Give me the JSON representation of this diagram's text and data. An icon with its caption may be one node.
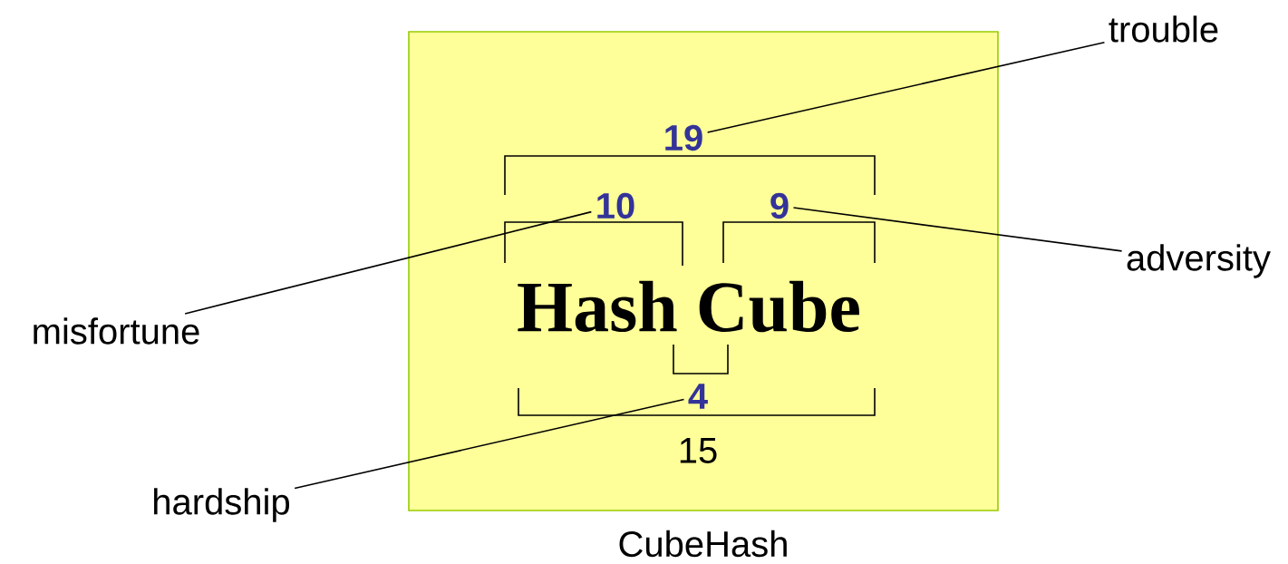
{
  "diagram": {
    "nodes": [
      {
        "text": [],
        "shape": "box",
        "beside": [
          "CubeHash"
        ]
      },
      {
        "text": [
          "Hash Cube"
        ],
        "in": 0
      },
      {
        "text": [
          "19"
        ],
        "in": 0
      },
      {
        "text": [
          "10"
        ],
        "in": 0
      },
      {
        "text": [
          "9"
        ],
        "in": 0
      },
      {
        "text": [
          "4"
        ],
        "in": 0
      },
      {
        "text": [
          "15"
        ],
        "in": 0
      },
      {
        "text": [
          "trouble"
        ]
      },
      {
        "text": [
          "adversity"
        ]
      },
      {
        "text": [
          "misfortune"
        ]
      },
      {
        "text": [
          "hardship"
        ]
      }
    ],
    "edges": [
      {
        "from": 7,
        "to": 2,
        "arrow": "none"
      },
      {
        "from": 8,
        "to": 4,
        "arrow": "none"
      },
      {
        "from": 9,
        "to": 3,
        "arrow": "none"
      },
      {
        "from": 10,
        "to": 5,
        "arrow": "none"
      }
    ]
  }
}
